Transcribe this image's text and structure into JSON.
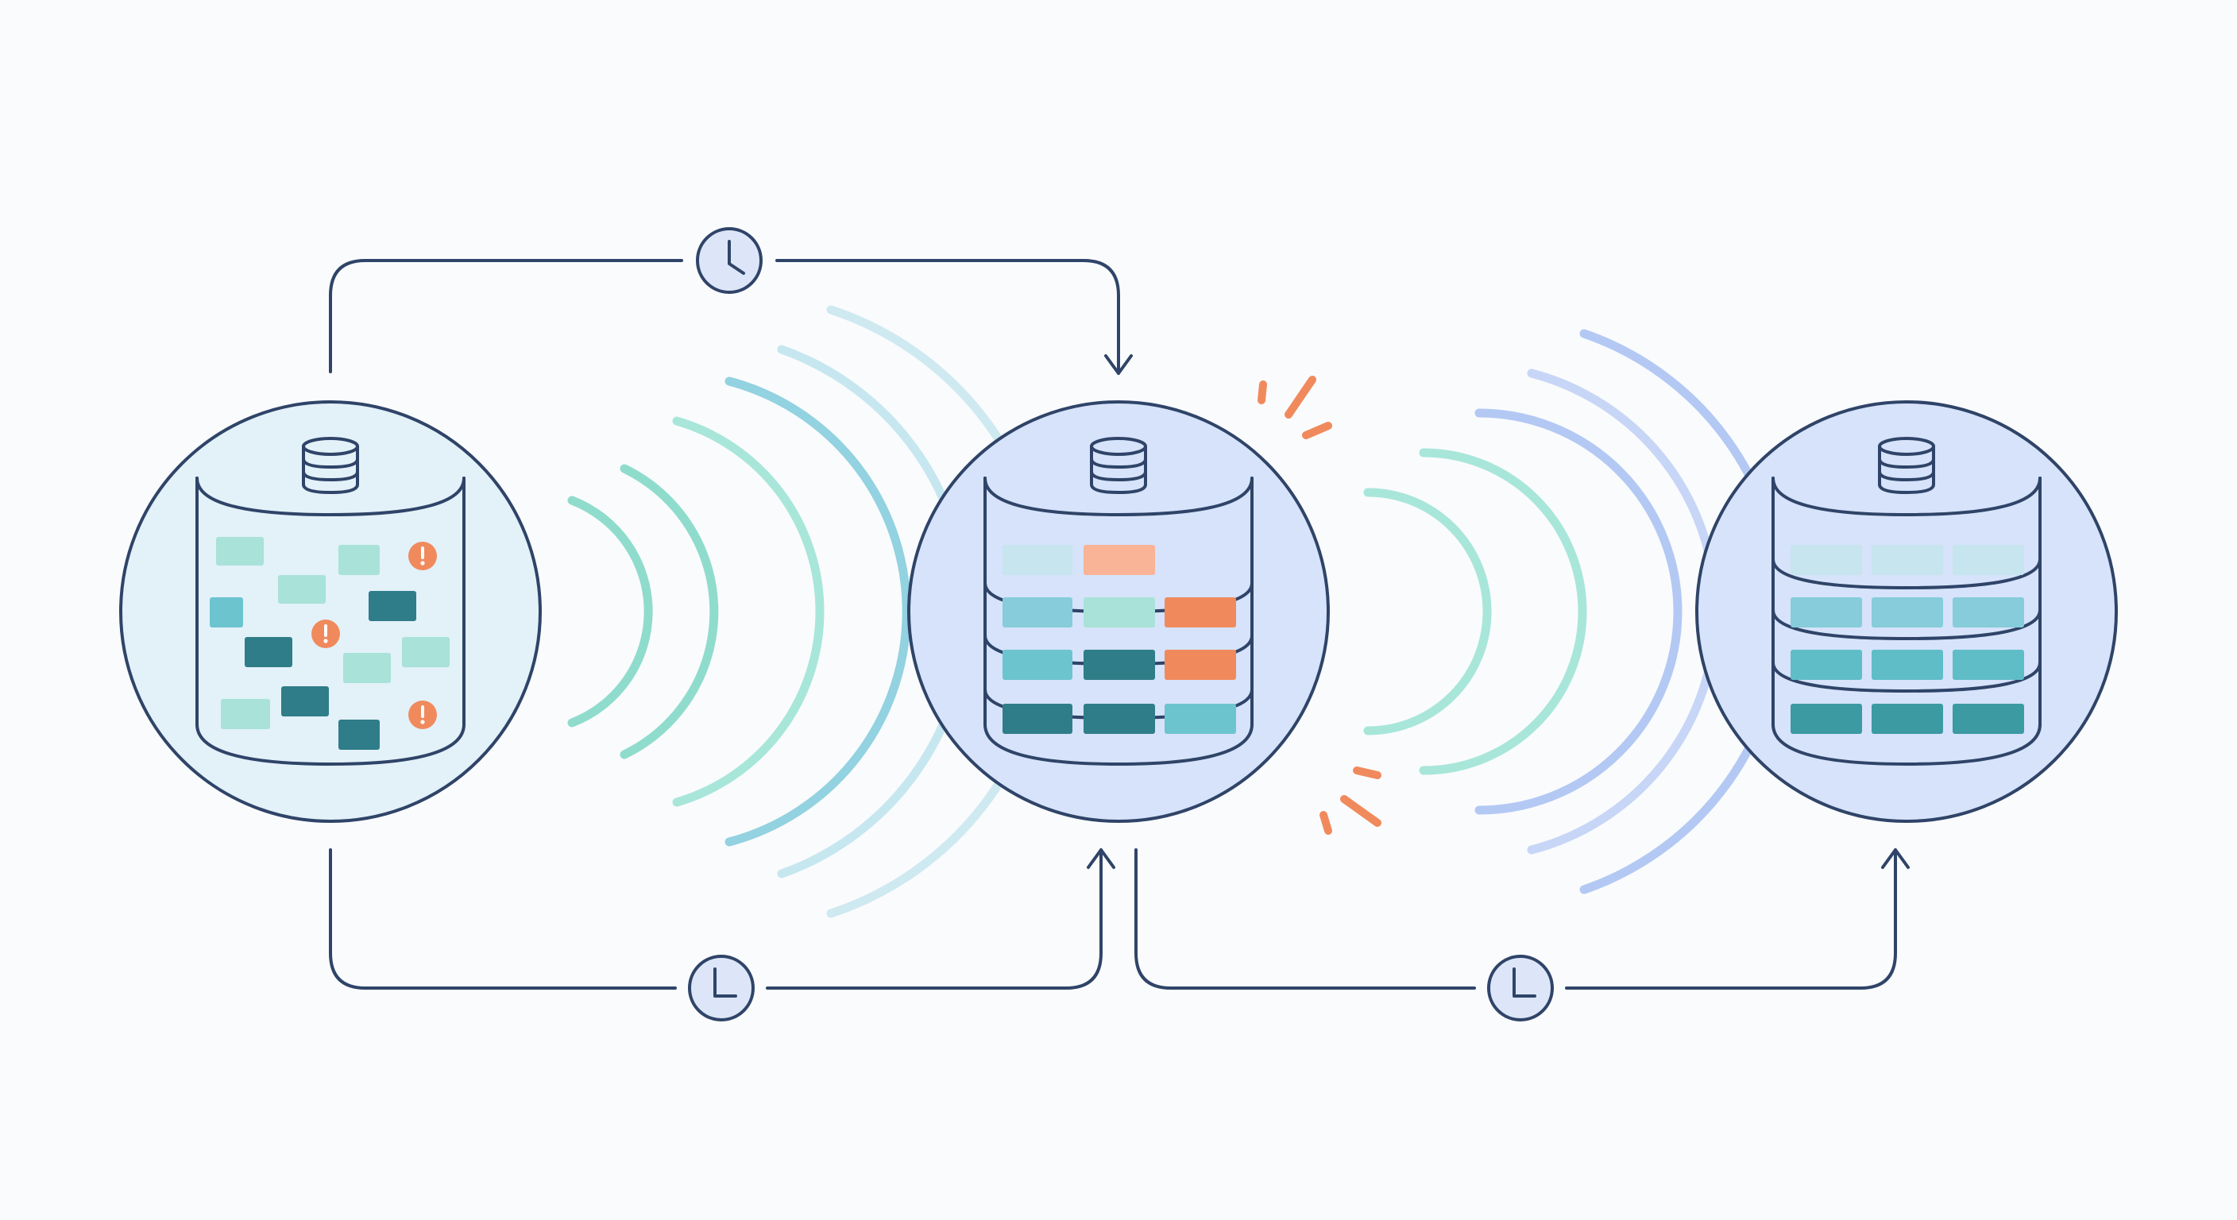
{
  "colors": {
    "ink": "#2f4468",
    "background": "#fafbfd",
    "stage1_fill": "#e3f1f9",
    "stage2_fill": "#d6e3fa",
    "stage3_fill": "#d6e3fa",
    "clock_fill": "#dde6f8",
    "alert": "#f08a5d",
    "teal_light": "#a8e2d8",
    "teal_mid": "#6cc4cf",
    "teal_dark": "#2f7d88",
    "sky_light": "#c6e5ee",
    "blue_light": "#b7ccf3",
    "salmon": "#f9b497"
  },
  "stages": [
    {
      "id": "unsorted",
      "state": "unorganized records with errors",
      "error_count": 3,
      "icon": "database-icon"
    },
    {
      "id": "sorting",
      "state": "records arranged in rows with some errors",
      "error_count": 3,
      "icon": "database-icon"
    },
    {
      "id": "organized",
      "state": "all records cleanly arranged",
      "error_count": 0,
      "icon": "database-icon"
    }
  ],
  "connectors": [
    {
      "id": "top-timed-link",
      "from": "unsorted",
      "to": "sorting",
      "icon": "clock-icon"
    },
    {
      "id": "bottom-timed-link-1",
      "from": "unsorted",
      "to": "sorting",
      "icon": "clock-icon"
    },
    {
      "id": "bottom-timed-link-2",
      "from": "sorting",
      "to": "organized",
      "icon": "clock-icon"
    }
  ],
  "signals": [
    {
      "id": "wave-group-1",
      "between": [
        "unsorted",
        "sorting"
      ],
      "arcs": 6
    },
    {
      "id": "wave-group-2",
      "between": [
        "sorting",
        "organized"
      ],
      "arcs": 5
    }
  ]
}
